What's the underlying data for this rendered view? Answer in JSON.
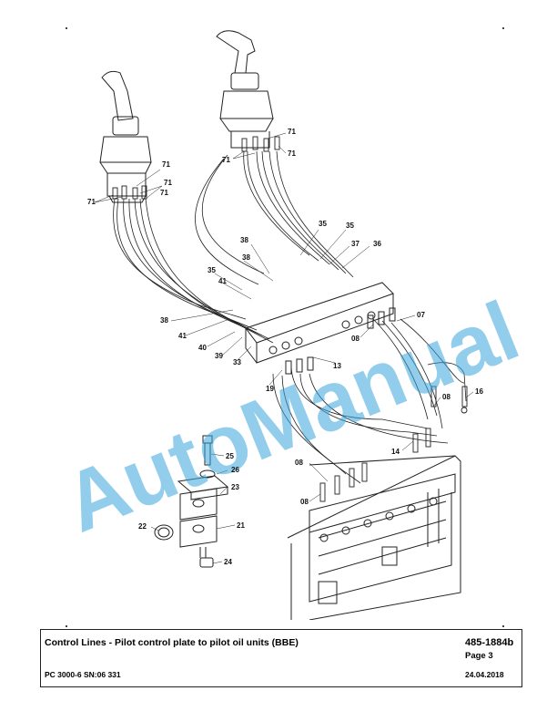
{
  "watermark": {
    "text": "AutoManual",
    "color": "#3aa6dd"
  },
  "callouts": {
    "c71a": "71",
    "c71b": "71",
    "c71c": "71",
    "c71d": "71",
    "c71e": "71",
    "c71f": "71",
    "c71g": "71",
    "c35a": "35",
    "c35b": "35",
    "c35c": "35",
    "c37": "37",
    "c36": "36",
    "c38a": "38",
    "c38b": "38",
    "c38c": "38",
    "c41a": "41",
    "c41b": "41",
    "c40": "40",
    "c39": "39",
    "c33": "33",
    "c19": "19",
    "c13": "13",
    "c07": "07",
    "c08a": "08",
    "c08b": "08",
    "c08c": "08",
    "c08d": "08",
    "c16": "16",
    "c14": "14",
    "c25": "25",
    "c26": "26",
    "c23": "23",
    "c22": "22",
    "c21": "21",
    "c24": "24"
  },
  "title_block": {
    "title": "Control Lines - Pilot control plate to pilot oil units (BBE)",
    "doc_number": "485-1884b",
    "page": "Page 3",
    "model": "PC 3000-6 SN:06 331",
    "date": "24.04.2018"
  }
}
